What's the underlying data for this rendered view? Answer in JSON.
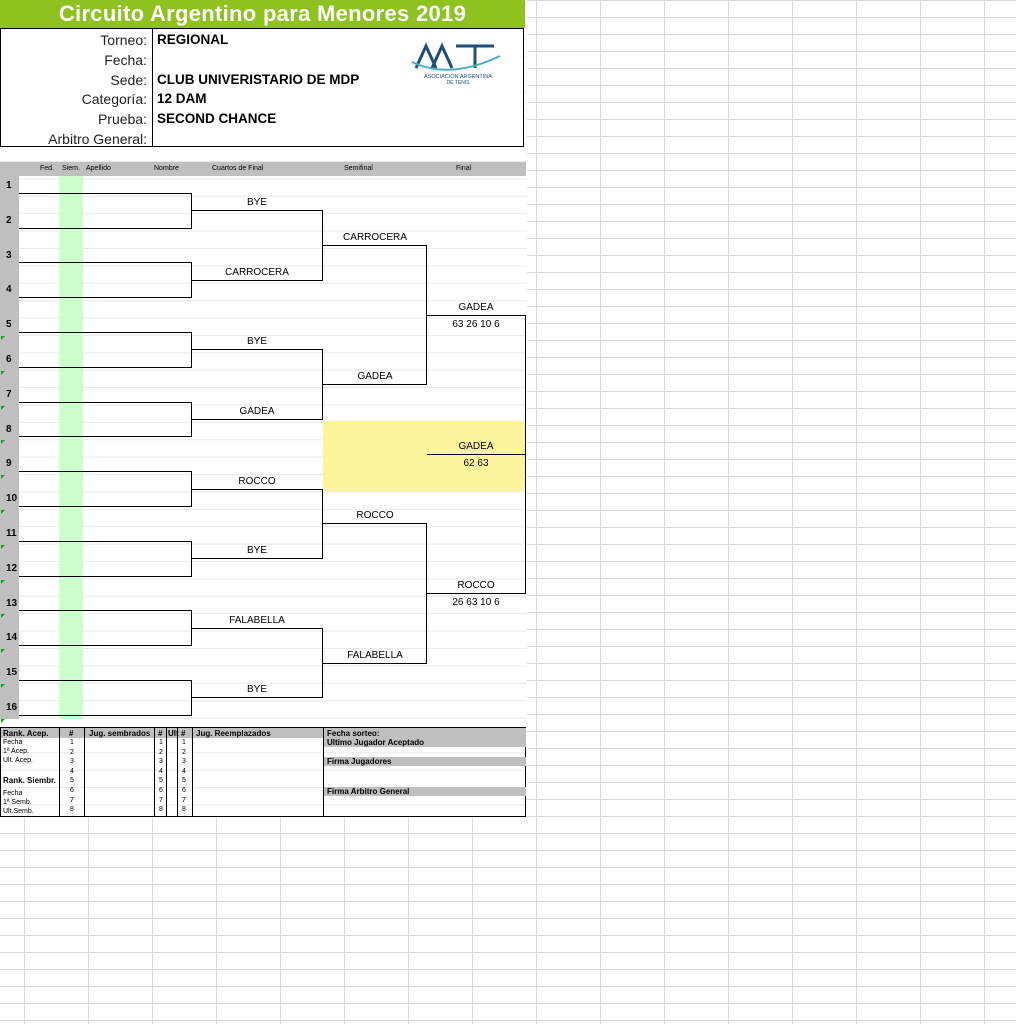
{
  "header": {
    "title": "Circuito Argentino para Menores 2019",
    "fields": [
      {
        "label": "Torneo:",
        "value": "REGIONAL"
      },
      {
        "label": "Fecha:",
        "value": ""
      },
      {
        "label": "Sede:",
        "value": "CLUB UNIVERISTARIO DE MDP"
      },
      {
        "label": "Categoría:",
        "value": "12 DAM"
      },
      {
        "label": "Prueba:",
        "value": "SECOND CHANCE"
      },
      {
        "label": "Arbitro General:",
        "value": ""
      }
    ],
    "logo_text": "AAT",
    "logo_sub1": "ASOCIACIÓN ARGENTINA",
    "logo_sub2": "DE TENIS"
  },
  "columns": {
    "fed": "Fed.",
    "siem": "Siem.",
    "apellido": "Apellido",
    "nombre": "Nombre",
    "cuartos": "Cuartos de Final",
    "semi": "Semifinal",
    "final": "Final"
  },
  "rows": [
    "1",
    "2",
    "3",
    "4",
    "5",
    "6",
    "7",
    "8",
    "9",
    "10",
    "11",
    "12",
    "13",
    "14",
    "15",
    "16"
  ],
  "quarterfinals": [
    "BYE",
    "CARROCERA",
    "BYE",
    "GADEA",
    "ROCCO",
    "BYE",
    "FALABELLA",
    "BYE"
  ],
  "semifinals": [
    "CARROCERA",
    "GADEA",
    "ROCCO",
    "FALABELLA"
  ],
  "finals": [
    {
      "name": "GADEA",
      "score": "63 26 10 6"
    },
    {
      "name": "ROCCO",
      "score": "26 63 10 6"
    }
  ],
  "champion": {
    "name": "GADEA",
    "score": "62 63"
  },
  "footer": {
    "rank_acep": "Rank. Acep.",
    "hash": "#",
    "jug_sembrados": "Jug. sembrados",
    "hash2": "#",
    "ult": "Ult",
    "hash3": "#",
    "jug_reemplazados": "Jug. Reemplazados",
    "fecha_sorteo": "Fecha sorteo:",
    "ultimo_jugador": "Ultimo Jugador Aceptado",
    "firma_jugadores": "Firma Jugadores",
    "firma_arbitro": "Firma Arbitro General",
    "left_labels_top": [
      "Fecha",
      "1ª Acep.",
      "Ult. Acep."
    ],
    "rank_siembr": "Rank. Siembr.",
    "left_labels_bottom": [
      "Fecha",
      "1ª Semb.",
      "Ult.Semb."
    ],
    "numbers": [
      "1",
      "2",
      "3",
      "4",
      "5",
      "6",
      "7",
      "8"
    ]
  }
}
